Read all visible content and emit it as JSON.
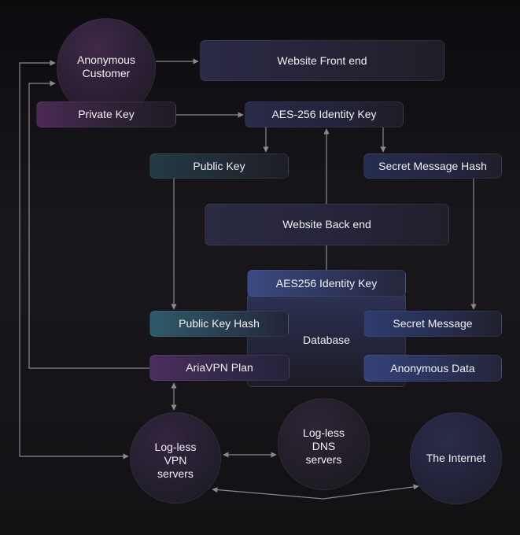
{
  "nodes": {
    "anonymous_customer": "Anonymous\nCustomer",
    "website_front_end": "Website Front end",
    "private_key": "Private Key",
    "aes_256_identity_key": "AES-256 Identity Key",
    "public_key": "Public Key",
    "secret_message_hash": "Secret Message Hash",
    "website_back_end": "Website Back end",
    "aes256_identity_key": "AES256 Identity Key",
    "database": "Database",
    "public_key_hash": "Public Key Hash",
    "secret_message": "Secret Message",
    "ariavpn_plan": "AriaVPN Plan",
    "anonymous_data": "Anonymous Data",
    "logless_vpn_servers": "Log-less\nVPN\nservers",
    "logless_dns_servers": "Log-less\nDNS\nservers",
    "the_internet": "The Internet"
  },
  "colors": {
    "background": "#141316",
    "connector": "#8a8890",
    "text": "#f1f0f4",
    "purple_accent": "#4b2a55",
    "blue_accent": "#2e3c6e",
    "teal_accent": "#2f5a6a"
  },
  "edges": [
    {
      "from": "anonymous_customer",
      "to": "website_front_end"
    },
    {
      "from": "private_key",
      "to": "aes_256_identity_key"
    },
    {
      "from": "aes_256_identity_key",
      "to": "public_key"
    },
    {
      "from": "aes_256_identity_key",
      "to": "secret_message_hash"
    },
    {
      "from": "aes256_identity_key",
      "to": "aes_256_identity_key"
    },
    {
      "from": "public_key",
      "to": "public_key_hash"
    },
    {
      "from": "secret_message_hash",
      "to": "secret_message"
    },
    {
      "from": "ariavpn_plan",
      "to": "logless_vpn_servers",
      "bidirectional": true
    },
    {
      "from": "logless_vpn_servers",
      "to": "logless_dns_servers",
      "bidirectional": true
    },
    {
      "from": "logless_vpn_servers",
      "to": "the_internet",
      "bidirectional": true
    },
    {
      "from": "ariavpn_plan",
      "to": "anonymous_customer"
    },
    {
      "from": "logless_vpn_servers",
      "to": "anonymous_customer",
      "bidirectional": true
    }
  ]
}
